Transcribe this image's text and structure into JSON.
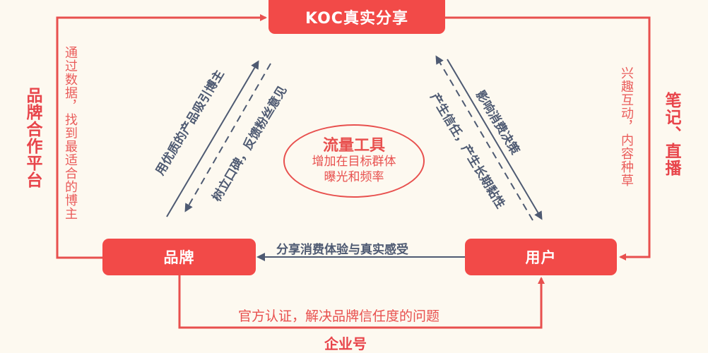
{
  "colors": {
    "background": "#fdf9f0",
    "node_fill": "#f24a48",
    "red_line": "#e8504e",
    "slate_line": "#4e5a72"
  },
  "nodes": {
    "koc": "KOC真实分享",
    "brand": "品牌",
    "user": "用户"
  },
  "left_side": {
    "label": "品牌合作平台",
    "description": "通过数据，找到最适合的博主"
  },
  "right_side": {
    "label": "笔记、直播",
    "description": "兴趣互动，内容种草"
  },
  "brand_to_koc": {
    "up_solid": "用优质的产品吸引博主",
    "down_dashed": "树立口碑，反馈粉丝意见"
  },
  "koc_to_user": {
    "down_solid": "影响消费决策",
    "up_dashed": "产生信任，产生长期黏性"
  },
  "center": {
    "title": "流量工具",
    "line1": "增加在目标群体",
    "line2": "曝光和频率"
  },
  "user_to_brand": {
    "label": "分享消费体验与真实感受"
  },
  "brand_to_user_bottom": {
    "description": "官方认证，解决品牌信任度的问题",
    "label": "企业号"
  }
}
